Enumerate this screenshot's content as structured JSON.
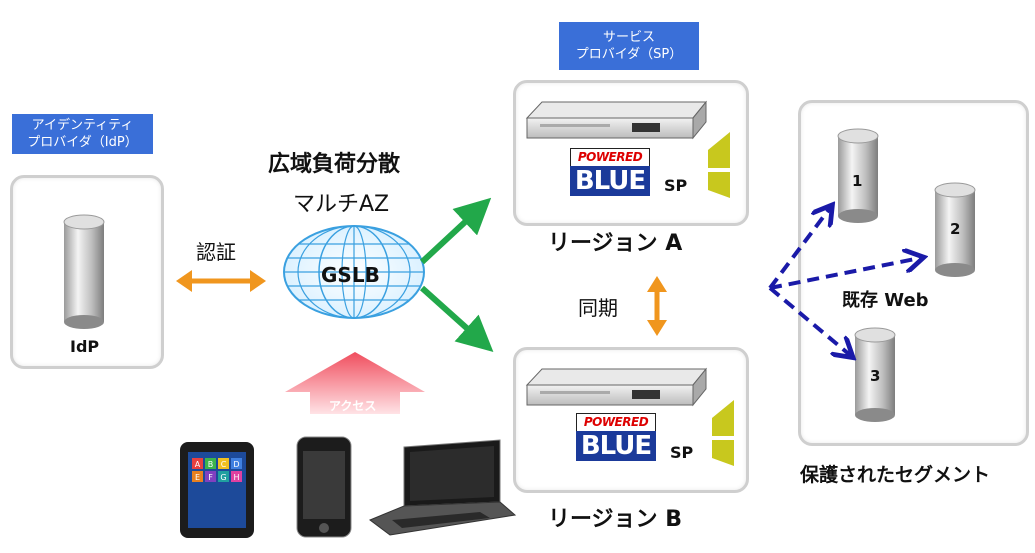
{
  "idp_header": [
    "アイデンティティ",
    "プロバイダ（IdP）"
  ],
  "sp_header": [
    "サービス",
    "プロバイダ（SP）"
  ],
  "idp_label": "IdP",
  "auth_label": "認証",
  "lb_title": "広域負荷分散",
  "lb_subtitle": "マルチAZ",
  "gslb_label": "GSLB",
  "access_label": "アクセス",
  "sync_label": "同期",
  "region_a": "リージョン A",
  "region_b": "リージョン B",
  "sp_label": "SP",
  "powered": "POWERED",
  "blue": "BLUE",
  "existing_web": "既存 Web",
  "protected_segment": "保護されたセグメント",
  "web_servers": [
    "1",
    "2",
    "3"
  ],
  "tablet_keys": [
    "A",
    "B",
    "C",
    "D",
    "E",
    "F",
    "G",
    "H"
  ],
  "colors": {
    "header_blue": "#3a6fd8",
    "green_arrow": "#22a84a",
    "orange_arrow": "#f0961e",
    "dashed_arrow": "#1a1aa8",
    "access_arrow": "#f06a78"
  }
}
